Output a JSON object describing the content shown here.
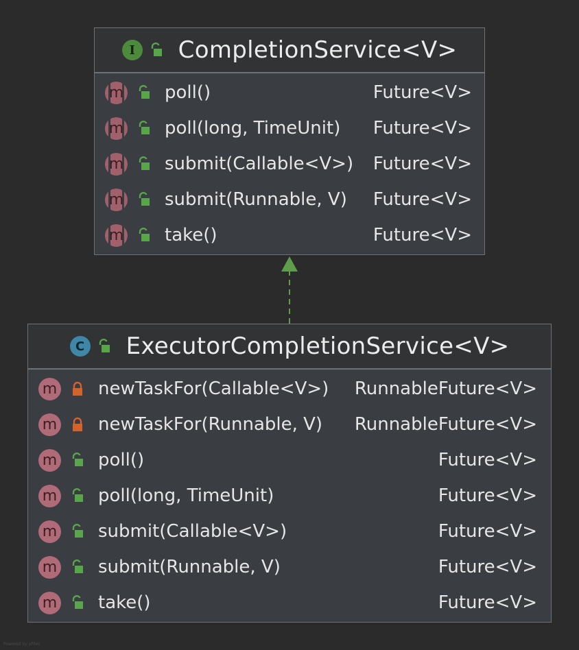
{
  "interface": {
    "stereotype": "I",
    "title": "CompletionService<V>",
    "methods": [
      {
        "name": "poll()",
        "type": "Future<V>",
        "visibility": "public"
      },
      {
        "name": "poll(long, TimeUnit)",
        "type": "Future<V>",
        "visibility": "public"
      },
      {
        "name": "submit(Callable<V>)",
        "type": "Future<V>",
        "visibility": "public"
      },
      {
        "name": "submit(Runnable, V)",
        "type": "Future<V>",
        "visibility": "public"
      },
      {
        "name": "take()",
        "type": "Future<V>",
        "visibility": "public"
      }
    ]
  },
  "class": {
    "stereotype": "C",
    "title": "ExecutorCompletionService<V>",
    "methods": [
      {
        "name": "newTaskFor(Callable<V>)",
        "type": "RunnableFuture<V>",
        "visibility": "private"
      },
      {
        "name": "newTaskFor(Runnable, V)",
        "type": "RunnableFuture<V>",
        "visibility": "private"
      },
      {
        "name": "poll()",
        "type": "Future<V>",
        "visibility": "public"
      },
      {
        "name": "poll(long, TimeUnit)",
        "type": "Future<V>",
        "visibility": "public"
      },
      {
        "name": "submit(Callable<V>)",
        "type": "Future<V>",
        "visibility": "public"
      },
      {
        "name": "submit(Runnable, V)",
        "type": "Future<V>",
        "visibility": "public"
      },
      {
        "name": "take()",
        "type": "Future<V>",
        "visibility": "public"
      }
    ]
  },
  "method_icon_letter": "m",
  "relation": "implements",
  "credit": "Powered by yFiles",
  "colors": {
    "background": "#2b2b2b",
    "box": "#3a3d41",
    "border": "#6f7275",
    "arrow": "#5f9d4b",
    "public_lock": "#57a64a",
    "private_lock": "#d4622b",
    "method_icon": "#b06b78"
  }
}
